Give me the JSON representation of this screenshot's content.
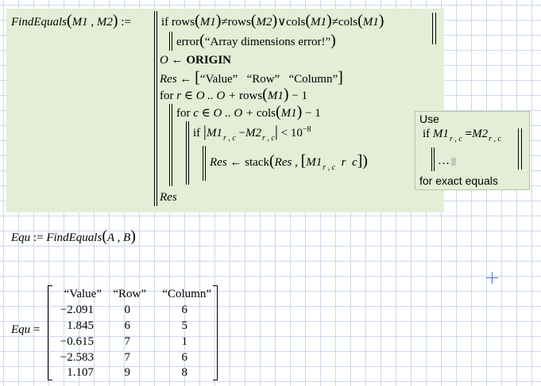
{
  "function_def": {
    "name": "FindEquals",
    "params": "M1 , M2",
    "define_op": ":=",
    "lines": {
      "if1_kw": "if",
      "if1_rows_a": "rows",
      "if1_m1": "M1",
      "if1_neq1": "≠",
      "if1_rows_b": "rows",
      "if1_m2": "M2",
      "if1_or": "∨",
      "if1_cols_a": "cols",
      "if1_m1b": "M1",
      "if1_neq2": "≠",
      "if1_cols_b": "cols",
      "if1_m1c": "M1",
      "error_kw": "error",
      "error_msg": "“Array dimensions error!”",
      "o_var": "O",
      "o_arrow": "←",
      "o_val": "ORIGIN",
      "res_var": "Res",
      "res_arrow": "←",
      "res_h1": "“Value”",
      "res_h2": "“Row”",
      "res_h3": "“Column”",
      "for_r_kw": "for",
      "for_r_var": "r",
      "for_r_in": "∈",
      "for_r_range": "O .. O +",
      "for_r_rows": "rows",
      "for_r_m1": "M1",
      "for_r_minus": "− 1",
      "for_c_kw": "for",
      "for_c_var": "c",
      "for_c_in": "∈",
      "for_c_range": "O .. O +",
      "for_c_cols": "cols",
      "for_c_m1": "M1",
      "for_c_minus": "− 1",
      "if2_kw": "if",
      "if2_m1": "M1",
      "if2_sub1": "r , c",
      "if2_minus": "−",
      "if2_m2": "M2",
      "if2_sub2": "r , c",
      "if2_lt": "< 10",
      "if2_exp": "−8",
      "stack_res": "Res",
      "stack_arrow": "←",
      "stack_fn": "stack",
      "stack_arg": "Res ,",
      "stack_m1": "M1",
      "stack_sub": "r , c",
      "stack_r": "r",
      "stack_c": "c",
      "return_var": "Res"
    }
  },
  "note": {
    "line1": "Use",
    "if_kw": "if",
    "m1": "M1",
    "sub1": "r , c",
    "eq": "=",
    "m2": "M2",
    "sub2": "r , c",
    "dots": "…",
    "line3": "for exact equals"
  },
  "assignment": {
    "var": "Equ",
    "op": ":=",
    "fn": "FindEquals",
    "args": "A , B"
  },
  "result": {
    "var": "Equ",
    "op": "=",
    "headers": [
      "“Value”",
      "“Row”",
      "“Column”"
    ],
    "rows": [
      [
        "−2.091",
        "0",
        "6"
      ],
      [
        "1.845",
        "6",
        "5"
      ],
      [
        "−0.615",
        "7",
        "1"
      ],
      [
        "−2.583",
        "7",
        "6"
      ],
      [
        "1.107",
        "9",
        "8"
      ]
    ]
  }
}
